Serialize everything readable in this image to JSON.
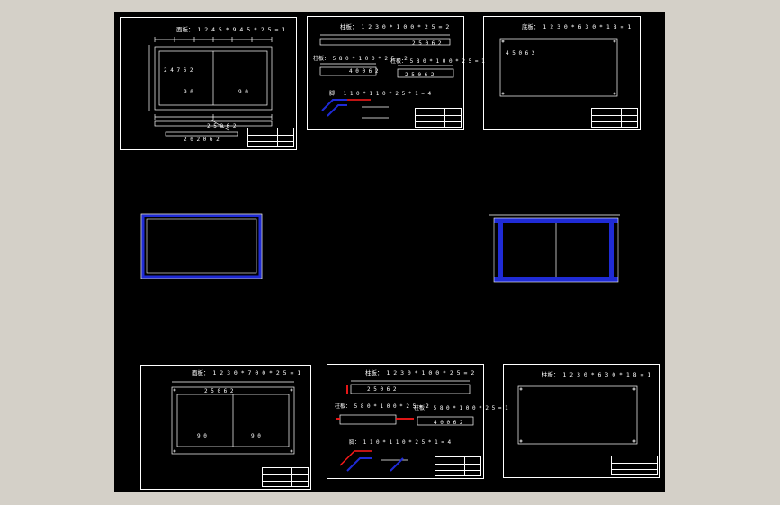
{
  "colors": {
    "background": "#000000",
    "line": "#ffffff",
    "blue": "#1f2bd6",
    "red": "#ff1a1a",
    "frame": "#d4d0c8"
  },
  "sheets": [
    {
      "title": "面板： 1 2 4 5 * 9 4 5 * 2 5 = 1",
      "labels": [
        "2 4 7 6 2",
        "9 0",
        "9 0",
        "2 5 0 6 2",
        "2 0 2 0 6 2"
      ]
    },
    {
      "title": "柱板： 1 2 3 0 * 1 0 0 * 2 5 = 2",
      "sub1": "柱板： 5 8 0 * 1 0 0 * 2 5 = 2",
      "sub2": "柱板： 5 8 0 * 1 0 0 * 2 5 = 1",
      "sub3": "脚： 1 1 0 * 1 1 0 * 2 5 * 1 = 4",
      "labels": [
        "2 5 0 6 2",
        "4 0 0 6 2",
        "2 5 0 6 2"
      ]
    },
    {
      "title": "底板： 1 2 3 0 * 6 3 0 * 1 8 = 1",
      "labels": [
        "4 5 0 6 2"
      ]
    },
    {
      "title": "面板： 1 2 3 0 * 7 0 0 * 2 5 = 1",
      "labels": [
        "2 5 0 6 2",
        "9 0",
        "9 0"
      ]
    },
    {
      "title": "柱板： 1 2 3 0 * 1 0 0 * 2 5 = 2",
      "sub1": "柱板： 5 8 0 * 1 0 0 * 2 5 = 2",
      "sub2": "柱板： 5 8 0 * 1 0 0 * 2 5 = 1",
      "sub3": "脚： 1 1 0 * 1 1 0 * 2 5 * 1 = 4",
      "labels": [
        "2 5 0 6 2",
        "4 0 0 6 2"
      ]
    },
    {
      "title": "柱板： 1 2 3 0 * 6 3 0 * 1 8 = 1",
      "labels": []
    }
  ]
}
